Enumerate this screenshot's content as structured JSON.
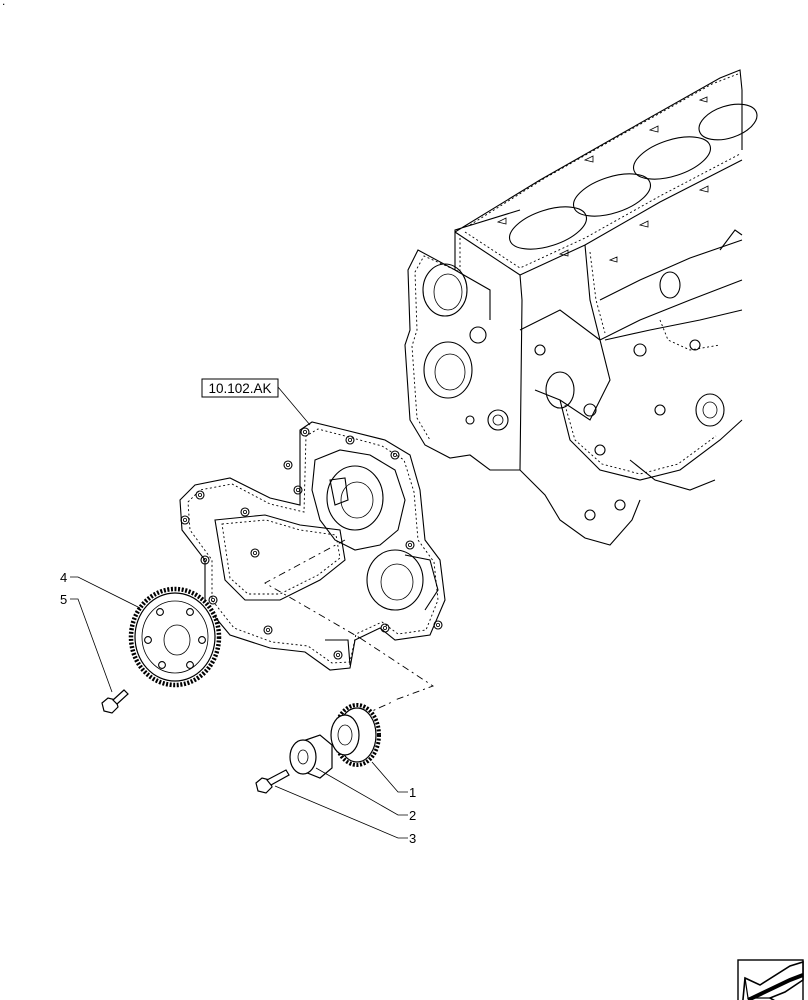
{
  "corner_mark": ".",
  "reference_label": "10.102.AK",
  "callouts": [
    {
      "id": "1",
      "label": "1"
    },
    {
      "id": "2",
      "label": "2"
    },
    {
      "id": "3",
      "label": "3"
    },
    {
      "id": "4",
      "label": "4"
    },
    {
      "id": "5",
      "label": "5"
    }
  ],
  "icons": {
    "next_page": "next-page-arrow-icon"
  }
}
